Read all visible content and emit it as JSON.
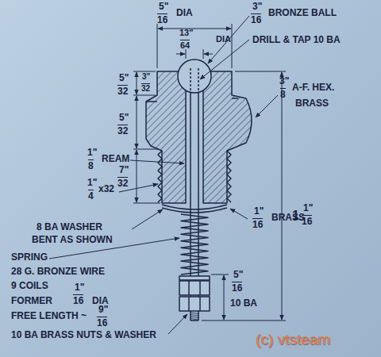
{
  "diagram": {
    "labels": [
      "5\"",
      "16",
      "DIA",
      "3\"",
      "16",
      "BRONZE BALL",
      "13\"",
      "64",
      "DIA",
      "DRILL & TAP 10 BA",
      "5\"",
      "32",
      "3\"",
      "32",
      "5\"",
      "32",
      "7\"",
      "32",
      "3\"",
      "8",
      "A-F. HEX.",
      "BRASS",
      "1\"",
      "8",
      "REAM",
      "1\"",
      "4",
      "x32",
      "1\"",
      "1",
      "16",
      "8 BA WASHER",
      "BENT AS SHOWN",
      "1\"",
      "16",
      "BRASS",
      "SPRING",
      "28 G. BRONZE WIRE",
      "9 COILS",
      "1\"",
      "FORMER",
      "16",
      "DIA",
      "FREE LENGTH ~",
      "9\"",
      "16",
      "5\"",
      "16",
      "10 BA",
      "10 BA BRASS NUTS & WASHER",
      "(c) vtsteam"
    ]
  }
}
